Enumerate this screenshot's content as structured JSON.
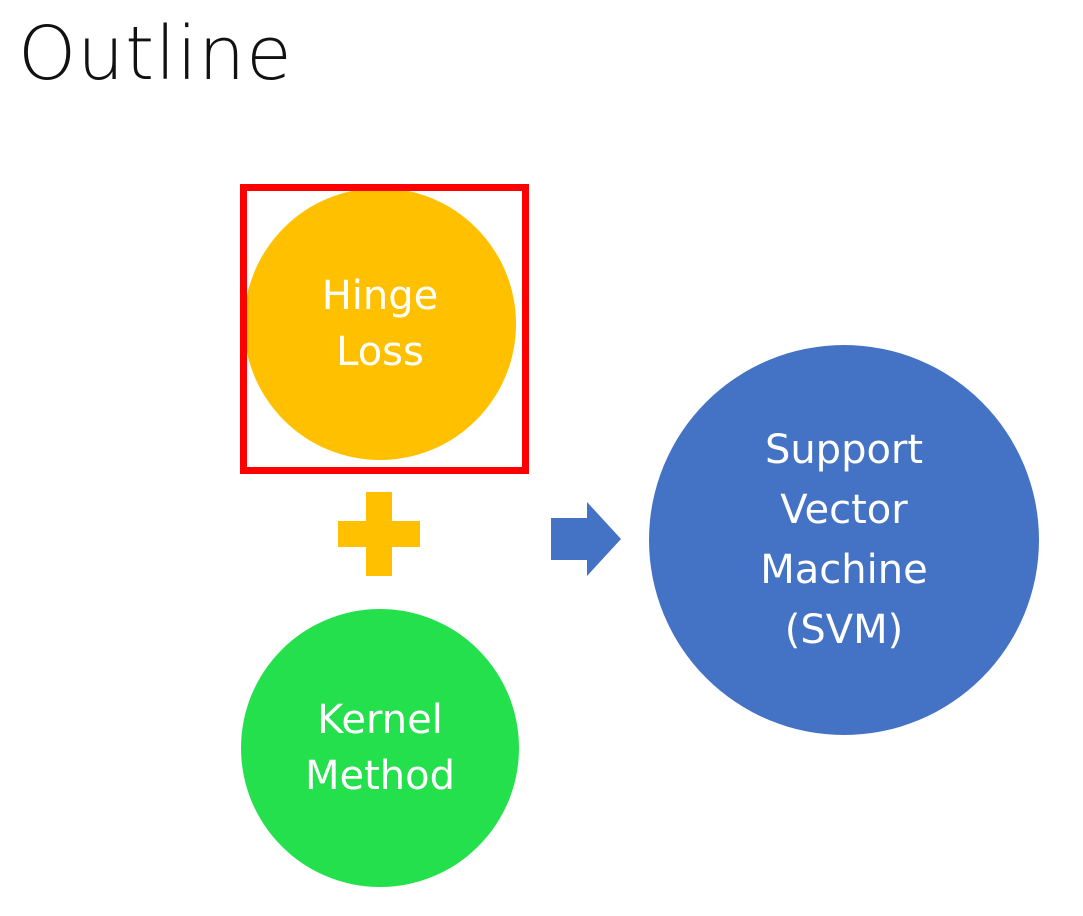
{
  "slide": {
    "title": "Outline"
  },
  "diagram": {
    "hinge_loss": {
      "line1": "Hinge",
      "line2": "Loss"
    },
    "kernel_method": {
      "line1": "Kernel",
      "line2": "Method"
    },
    "svm": {
      "line1": "Support",
      "line2": "Vector",
      "line3": "Machine",
      "line4": "(SVM)"
    }
  },
  "colors": {
    "hinge_fill": "#FFC000",
    "plus_fill": "#FFC000",
    "kernel_fill": "#23E04C",
    "svm_fill": "#4472C4",
    "arrow_fill": "#4472C4",
    "highlight_border": "#FF0000"
  }
}
